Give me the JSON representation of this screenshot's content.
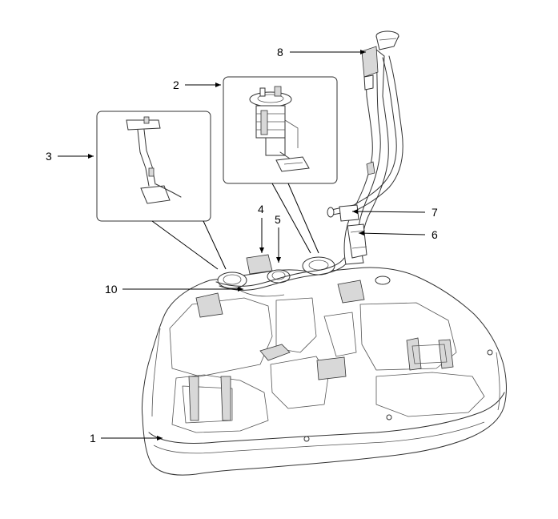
{
  "callouts": [
    {
      "id": "1",
      "text": "1"
    },
    {
      "id": "2",
      "text": "2"
    },
    {
      "id": "3",
      "text": "3"
    },
    {
      "id": "4",
      "text": "4"
    },
    {
      "id": "5",
      "text": "5"
    },
    {
      "id": "6",
      "text": "6"
    },
    {
      "id": "7",
      "text": "7"
    },
    {
      "id": "8",
      "text": "8"
    },
    {
      "id": "10",
      "text": "10"
    }
  ]
}
